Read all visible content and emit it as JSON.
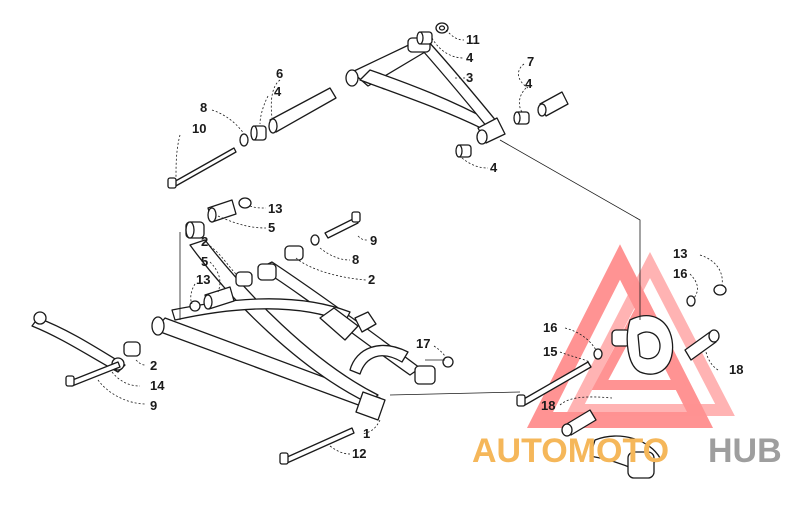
{
  "watermark": {
    "part1": "AUTOMOTO",
    "part2": "HUB",
    "color_triangle": "#ff0000",
    "color_auto": "#f5b75a",
    "color_hub": "#9e9e9e"
  },
  "callouts": [
    {
      "id": "c11",
      "text": "11"
    },
    {
      "id": "c4a",
      "text": "4"
    },
    {
      "id": "c3",
      "text": "3"
    },
    {
      "id": "c6",
      "text": "6"
    },
    {
      "id": "c4b",
      "text": "4"
    },
    {
      "id": "c7",
      "text": "7"
    },
    {
      "id": "c4c",
      "text": "4"
    },
    {
      "id": "c8a",
      "text": "8"
    },
    {
      "id": "c10",
      "text": "10"
    },
    {
      "id": "c4d",
      "text": "4"
    },
    {
      "id": "c13a",
      "text": "13"
    },
    {
      "id": "c5a",
      "text": "5"
    },
    {
      "id": "c9a",
      "text": "9"
    },
    {
      "id": "c2a",
      "text": "2"
    },
    {
      "id": "c8b",
      "text": "8"
    },
    {
      "id": "c5b",
      "text": "5"
    },
    {
      "id": "c13b",
      "text": "13"
    },
    {
      "id": "c2b",
      "text": "2"
    },
    {
      "id": "c13c",
      "text": "13"
    },
    {
      "id": "c16a",
      "text": "16"
    },
    {
      "id": "c16b",
      "text": "16"
    },
    {
      "id": "c15",
      "text": "15"
    },
    {
      "id": "c17",
      "text": "17"
    },
    {
      "id": "c18a",
      "text": "18"
    },
    {
      "id": "c2c",
      "text": "2"
    },
    {
      "id": "c14",
      "text": "14"
    },
    {
      "id": "c9b",
      "text": "9"
    },
    {
      "id": "c18b",
      "text": "18"
    },
    {
      "id": "c1",
      "text": "1"
    },
    {
      "id": "c12",
      "text": "12"
    }
  ]
}
